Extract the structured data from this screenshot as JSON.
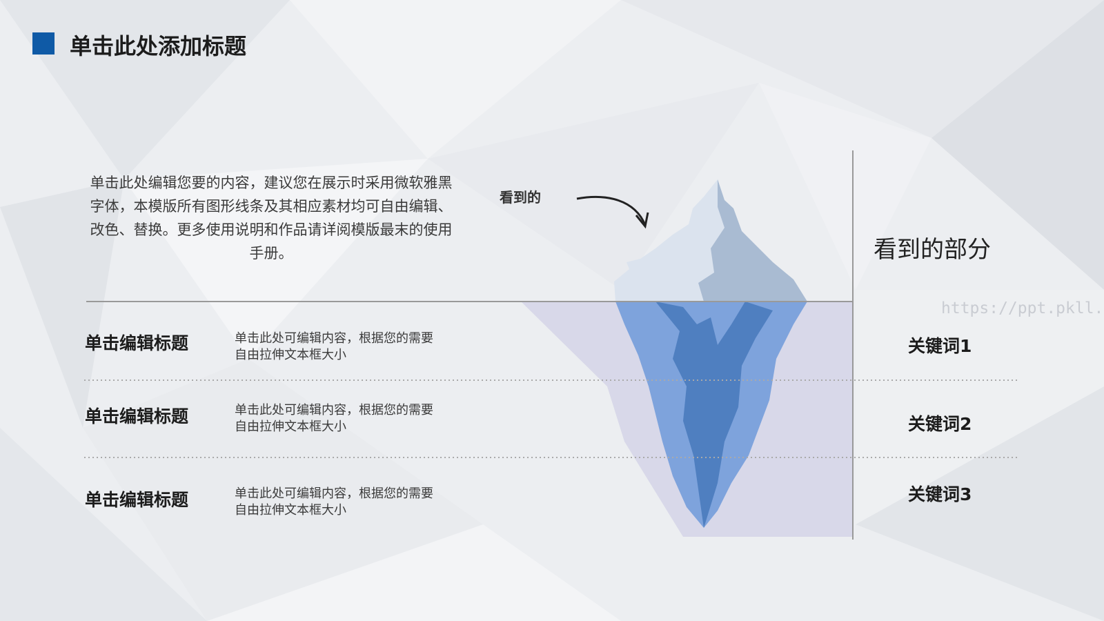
{
  "header": {
    "title": "单击此处添加标题"
  },
  "intro": {
    "text": "单击此处编辑您要的内容，建议您在展示时采用微软雅黑字体，本模版所有图形线条及其相应素材均可自由编辑、改色、替换。更多使用说明和作品请详阅模版最末的使用手册。"
  },
  "iceberg": {
    "seen_label": "看到的"
  },
  "right": {
    "heading": "看到的部分"
  },
  "watermark": "https://ppt.pkll.de",
  "rows": [
    {
      "title": "单击编辑标题",
      "text": "单击此处可编辑内容，根据您的需要自由拉伸文本框大小",
      "keyword": "关键词1"
    },
    {
      "title": "单击编辑标题",
      "text": "单击此处可编辑内容，根据您的需要自由拉伸文本框大小",
      "keyword": "关键词2"
    },
    {
      "title": "单击编辑标题",
      "text": "单击此处可编辑内容，根据您的需要自由拉伸文本框大小",
      "keyword": "关键词3"
    }
  ],
  "colors": {
    "accent": "#0f5aa6",
    "ice_top_light": "#dbe3ee",
    "ice_top_shade": "#a9bbd2",
    "ice_under": "#7ea3dc",
    "ice_under_dark": "#4f7fc0",
    "water": "#c9c7e2"
  }
}
